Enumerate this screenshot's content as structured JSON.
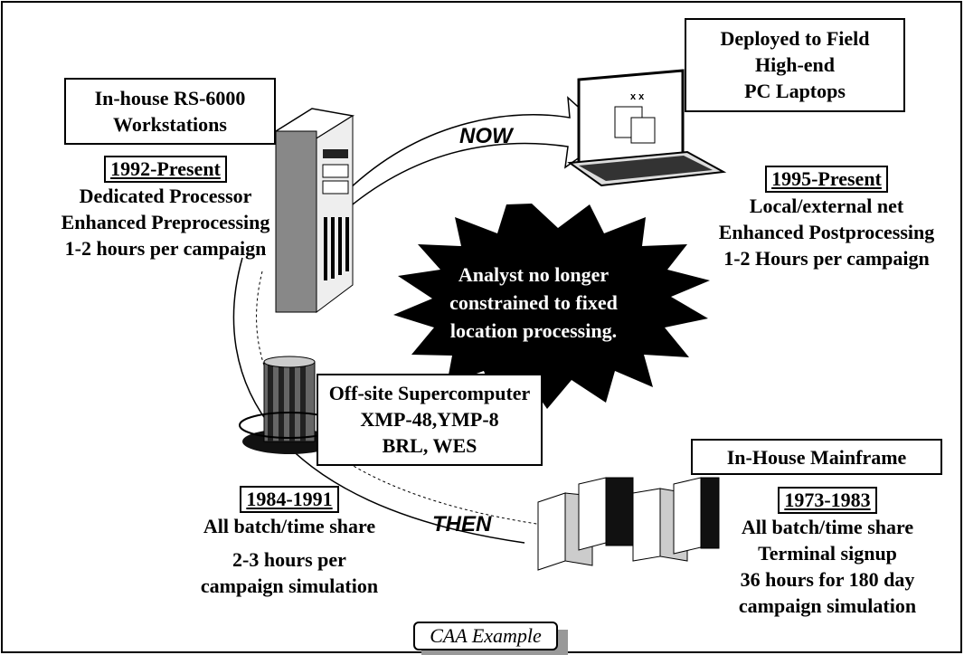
{
  "workstations": {
    "title_lines": [
      "In-house RS-6000",
      "Workstations"
    ],
    "date": "1992-Present",
    "details": [
      "Dedicated Processor",
      "Enhanced Preprocessing",
      "1-2 hours per campaign"
    ],
    "icon": "server-tower-icon"
  },
  "laptops": {
    "title_lines": [
      "Deployed to Field",
      "High-end",
      "PC Laptops"
    ],
    "date": "1995-Present",
    "details": [
      "Local/external net",
      "Enhanced Postprocessing",
      "1-2 Hours per campaign"
    ],
    "icon": "laptop-icon",
    "screen_glyph": "x x"
  },
  "supercomputer": {
    "title_lines": [
      "Off-site Supercomputer",
      "XMP-48,YMP-8",
      "BRL, WES"
    ],
    "date": "1984-1991",
    "details": [
      "All batch/time share",
      "2-3 hours per",
      "campaign simulation"
    ],
    "icon": "supercomputer-icon"
  },
  "mainframe": {
    "title_lines": [
      "In-House Mainframe"
    ],
    "date": "1973-1983",
    "details": [
      "All batch/time share",
      "Terminal signup",
      "36 hours for 180 day",
      "campaign simulation"
    ],
    "icon": "mainframe-icon"
  },
  "arrows": {
    "now": "NOW",
    "then": "THEN"
  },
  "starburst": {
    "lines": [
      "Analyst no longer",
      "constrained to fixed",
      "location processing."
    ],
    "color": "#000000"
  },
  "example_label": "CAA Example"
}
